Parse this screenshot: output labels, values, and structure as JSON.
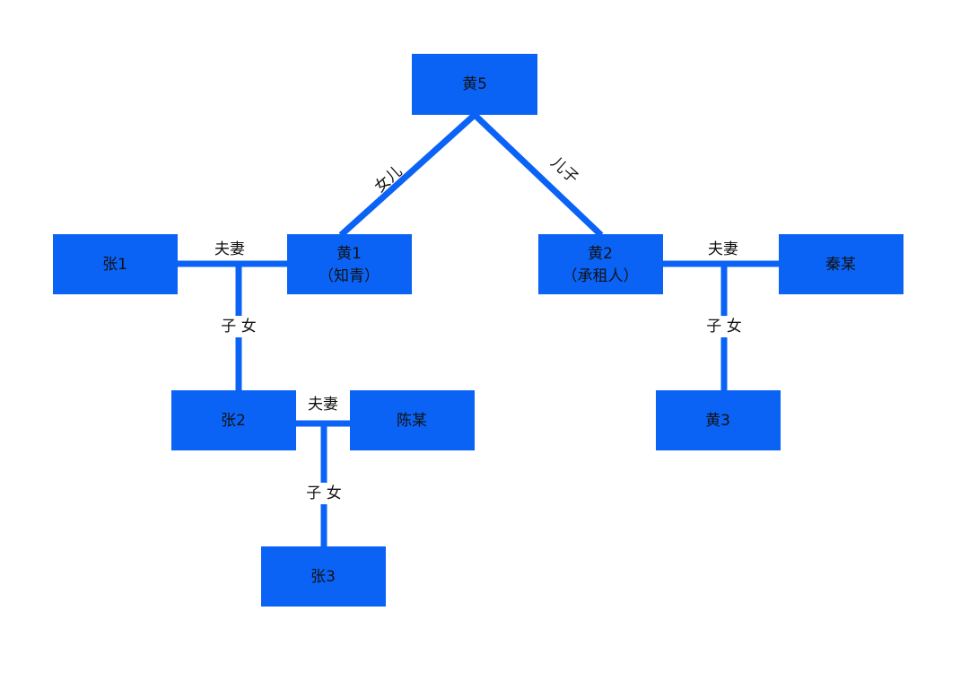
{
  "nodes": {
    "huang5": {
      "lines": [
        "黄5"
      ]
    },
    "zhang1": {
      "lines": [
        "张1"
      ]
    },
    "huang1": {
      "lines": [
        "黄1",
        "（知青）"
      ]
    },
    "huang2": {
      "lines": [
        "黄2",
        "（承租人）"
      ]
    },
    "qin": {
      "lines": [
        "秦某"
      ]
    },
    "zhang2": {
      "lines": [
        "张2"
      ]
    },
    "chen": {
      "lines": [
        "陈某"
      ]
    },
    "huang3": {
      "lines": [
        "黄3"
      ]
    },
    "zhang3": {
      "lines": [
        "张3"
      ]
    }
  },
  "edge_labels": {
    "daughter": "女儿",
    "son": "儿子",
    "spouse_1": "夫妻",
    "spouse_2": "夫妻",
    "spouse_3": "夫妻",
    "children_1": "子 女",
    "children_2": "子 女",
    "children_3": "子 女"
  },
  "colors": {
    "node_fill": "#0b63f6",
    "link": "#0b63f6",
    "text": "#111111"
  }
}
